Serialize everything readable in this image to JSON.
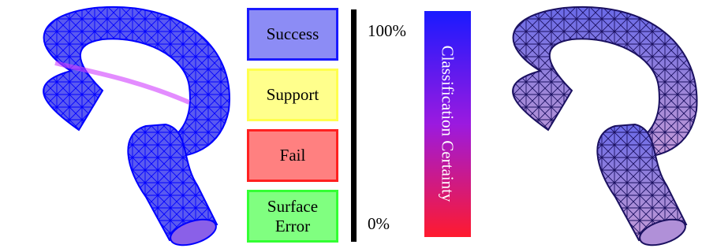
{
  "legend": {
    "items": [
      {
        "label": "Success",
        "border": "#1a1aff",
        "fill": "#8c8cf5"
      },
      {
        "label": "Support",
        "border": "#ffff4d",
        "fill": "#ffff8c"
      },
      {
        "label": "Fail",
        "border": "#ff2020",
        "fill": "#ff8080"
      },
      {
        "label": "Surface\nError",
        "border": "#33ff33",
        "fill": "#80ff80"
      }
    ]
  },
  "colorbar": {
    "max_label": "100%",
    "min_label": "0%",
    "title": "Classification Certainty",
    "top_color": "#1a1aff",
    "bottom_color": "#ff1a2e"
  },
  "meshes": {
    "left": {
      "tint": "#5a5af0",
      "wire": "#0000ff",
      "accent": "#d040ff"
    },
    "right": {
      "tint": "#9a86e0",
      "wire": "#1a1060",
      "accent": "#c890d8"
    }
  }
}
